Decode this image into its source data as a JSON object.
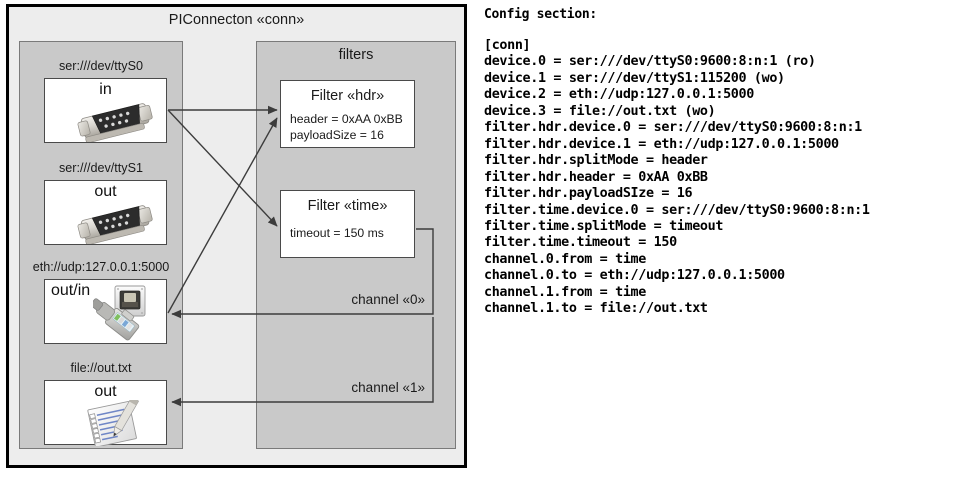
{
  "diagram": {
    "component": {
      "title": "PIConnecton «conn»",
      "devices_group": {
        "ports": [
          {
            "uri": "ser:///dev/ttyS0",
            "direction": "in",
            "icon": "serial-db9-connector-icon"
          },
          {
            "uri": "ser:///dev/ttyS1",
            "direction": "out",
            "icon": "serial-db9-connector-icon"
          },
          {
            "uri": "eth://udp:127.0.0.1:5000",
            "direction": "out/in",
            "icon": "ethernet-rj45-icon"
          },
          {
            "uri": "file://out.txt",
            "direction": "out",
            "icon": "text-document-pencil-icon"
          }
        ]
      },
      "filters_group": {
        "title": "filters",
        "filters": [
          {
            "title": "Filter «hdr»",
            "props": [
              "header = 0xAA 0xBB",
              "payloadSize = 16"
            ]
          },
          {
            "title": "Filter «time»",
            "props": [
              "timeout = 150 ms"
            ]
          }
        ],
        "channels": [
          {
            "label": "channel «0»"
          },
          {
            "label": "channel «1»"
          }
        ]
      }
    }
  },
  "config": {
    "heading": "Config section:",
    "lines": [
      "[conn]",
      "device.0 = ser:///dev/ttyS0:9600:8:n:1 (ro)",
      "device.1 = ser:///dev/ttyS1:115200 (wo)",
      "device.2 = eth://udp:127.0.0.1:5000",
      "device.3 = file://out.txt (wo)",
      "filter.hdr.device.0 = ser:///dev/ttyS0:9600:8:n:1",
      "filter.hdr.device.1 = eth://udp:127.0.0.1:5000",
      "filter.hdr.splitMode = header",
      "filter.hdr.header = 0xAA 0xBB",
      "filter.hdr.payloadSIze = 16",
      "filter.time.device.0 = ser:///dev/ttyS0:9600:8:n:1",
      "filter.time.splitMode = timeout",
      "filter.time.timeout = 150",
      "channel.0.from = time",
      "channel.0.to = eth://udp:127.0.0.1:5000",
      "channel.1.from = time",
      "channel.1.to = file://out.txt"
    ]
  },
  "colors": {
    "page_background": "#ffffff",
    "component_border": "#000000",
    "component_fill": "#ededed",
    "group_fill": "#c9c9c9",
    "group_border": "#7a7a7a",
    "box_fill": "#ffffff",
    "box_border": "#4a4a4a",
    "connector": "#3c3c3c",
    "text": "#1a1a1a"
  }
}
